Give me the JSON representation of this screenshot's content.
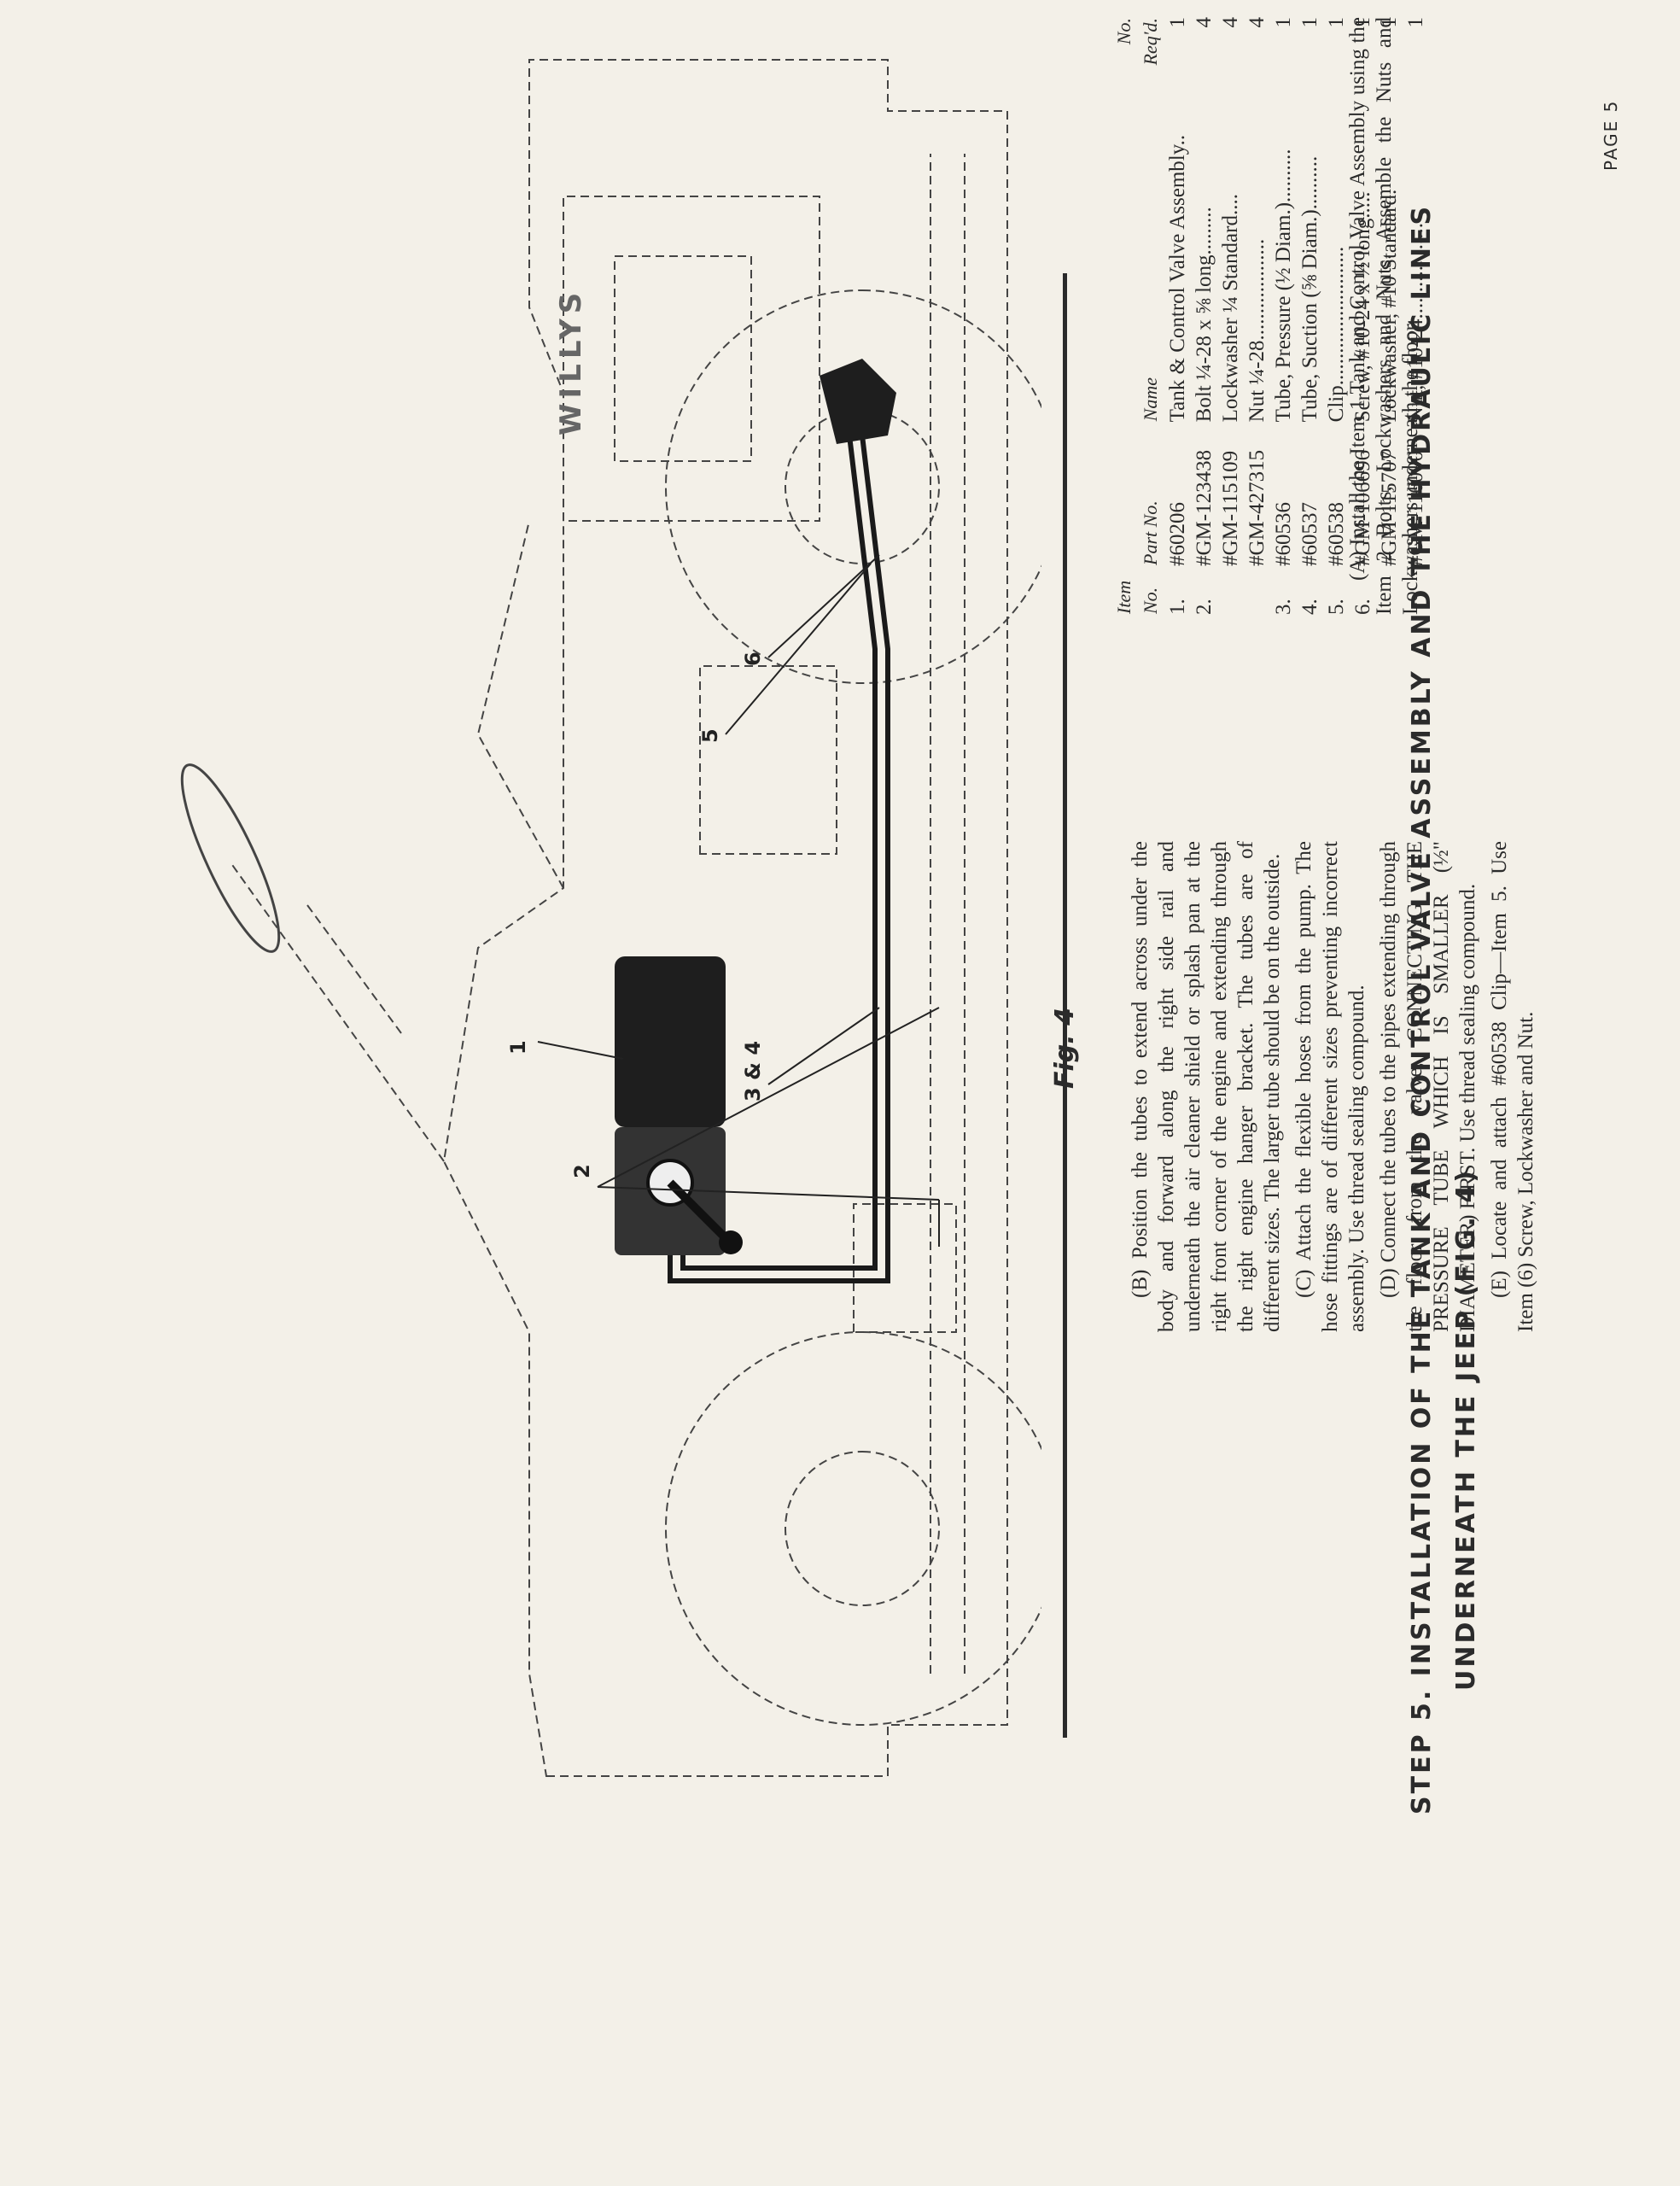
{
  "page": {
    "heading_line1": "STEP 5. INSTALLATION OF THE TANK AND CONTROL VALVE ASSEMBLY AND THE HYDRAULIC LINES",
    "heading_line2": "UNDERNEATH THE JEEP (FIG. 4)",
    "page_number": "PAGE 5"
  },
  "figure": {
    "label": "Fig. 4",
    "grille_text": "WILLYS",
    "callouts": {
      "c1": "1",
      "c2": "2",
      "c34": "3 & 4",
      "c5": "5",
      "c6": "6"
    }
  },
  "parts_table": {
    "headers": {
      "item": "Item No.",
      "part": "Part No.",
      "name": "Name",
      "qty": "No. Req'd."
    },
    "rows": [
      {
        "item": "1.",
        "lines": [
          {
            "part": "#60206",
            "name": "Tank & Control Valve Assembly",
            "dots": "..",
            "qty": "1"
          }
        ]
      },
      {
        "item": "2.",
        "lines": [
          {
            "part": "#GM-123438",
            "name": "Bolt ¼-28 x ⅝ long",
            "dots": ".........",
            "qty": "4"
          },
          {
            "part": "#GM-115109",
            "name": "Lockwasher ¼ Standard",
            "dots": "....",
            "qty": "4"
          },
          {
            "part": "#GM-427315",
            "name": "Nut ¼-28",
            "dots": "...................",
            "qty": "4"
          }
        ]
      },
      {
        "item": "3.",
        "lines": [
          {
            "part": "#60536",
            "name": "Tube, Pressure (½ Diam.)",
            "dots": "..........",
            "qty": "1"
          }
        ]
      },
      {
        "item": "4.",
        "lines": [
          {
            "part": "#60537",
            "name": "Tube, Suction (⅝ Diam.)",
            "dots": "..........",
            "qty": "1"
          }
        ]
      },
      {
        "item": "5.",
        "lines": [
          {
            "part": "#60538",
            "name": "Clip",
            "dots": "..........................",
            "qty": "1"
          }
        ]
      },
      {
        "item": "6.",
        "lines": [
          {
            "part": "#GM-106696",
            "name": "Screw, #10-24 x ½ long",
            "dots": ".....",
            "qty": "1"
          },
          {
            "part": "#GM-115707",
            "name": "Lockwasher, #10 Standard",
            "dots": ".",
            "qty": "1"
          },
          {
            "part": "#GM-116000",
            "name": "Nut, #10-24",
            "dots": "..................",
            "qty": "1"
          }
        ]
      }
    ]
  },
  "instructions": {
    "a": "(A) Install the Item 1 Tank and Control Valve Assembly using the Item 2 Bolts, Lockwashers and Nuts. Assemble the Nuts and Lockwashers underneath the floor.",
    "b": "(B) Position the tubes to extend across under the body and forward along the right side rail and underneath the air cleaner shield or splash pan at the right front corner of the engine and extending through the right engine hanger bracket. The tubes are of different sizes. The larger tube should be on the outside.",
    "c": "(C) Attach the flexible hoses from the pump. The hose fittings are of different sizes preventing incorrect assembly. Use thread sealing compound.",
    "d": "(D) Connect the tubes to the pipes extending through the floor from the valve, CONNECTING THE PRESSURE TUBE WHICH IS SMALLER (½\" DIAMETER) FIRST. Use thread sealing compound.",
    "e": "(E) Locate and attach #60538 Clip—Item 5. Use Item (6) Screw, Lockwasher and Nut."
  }
}
